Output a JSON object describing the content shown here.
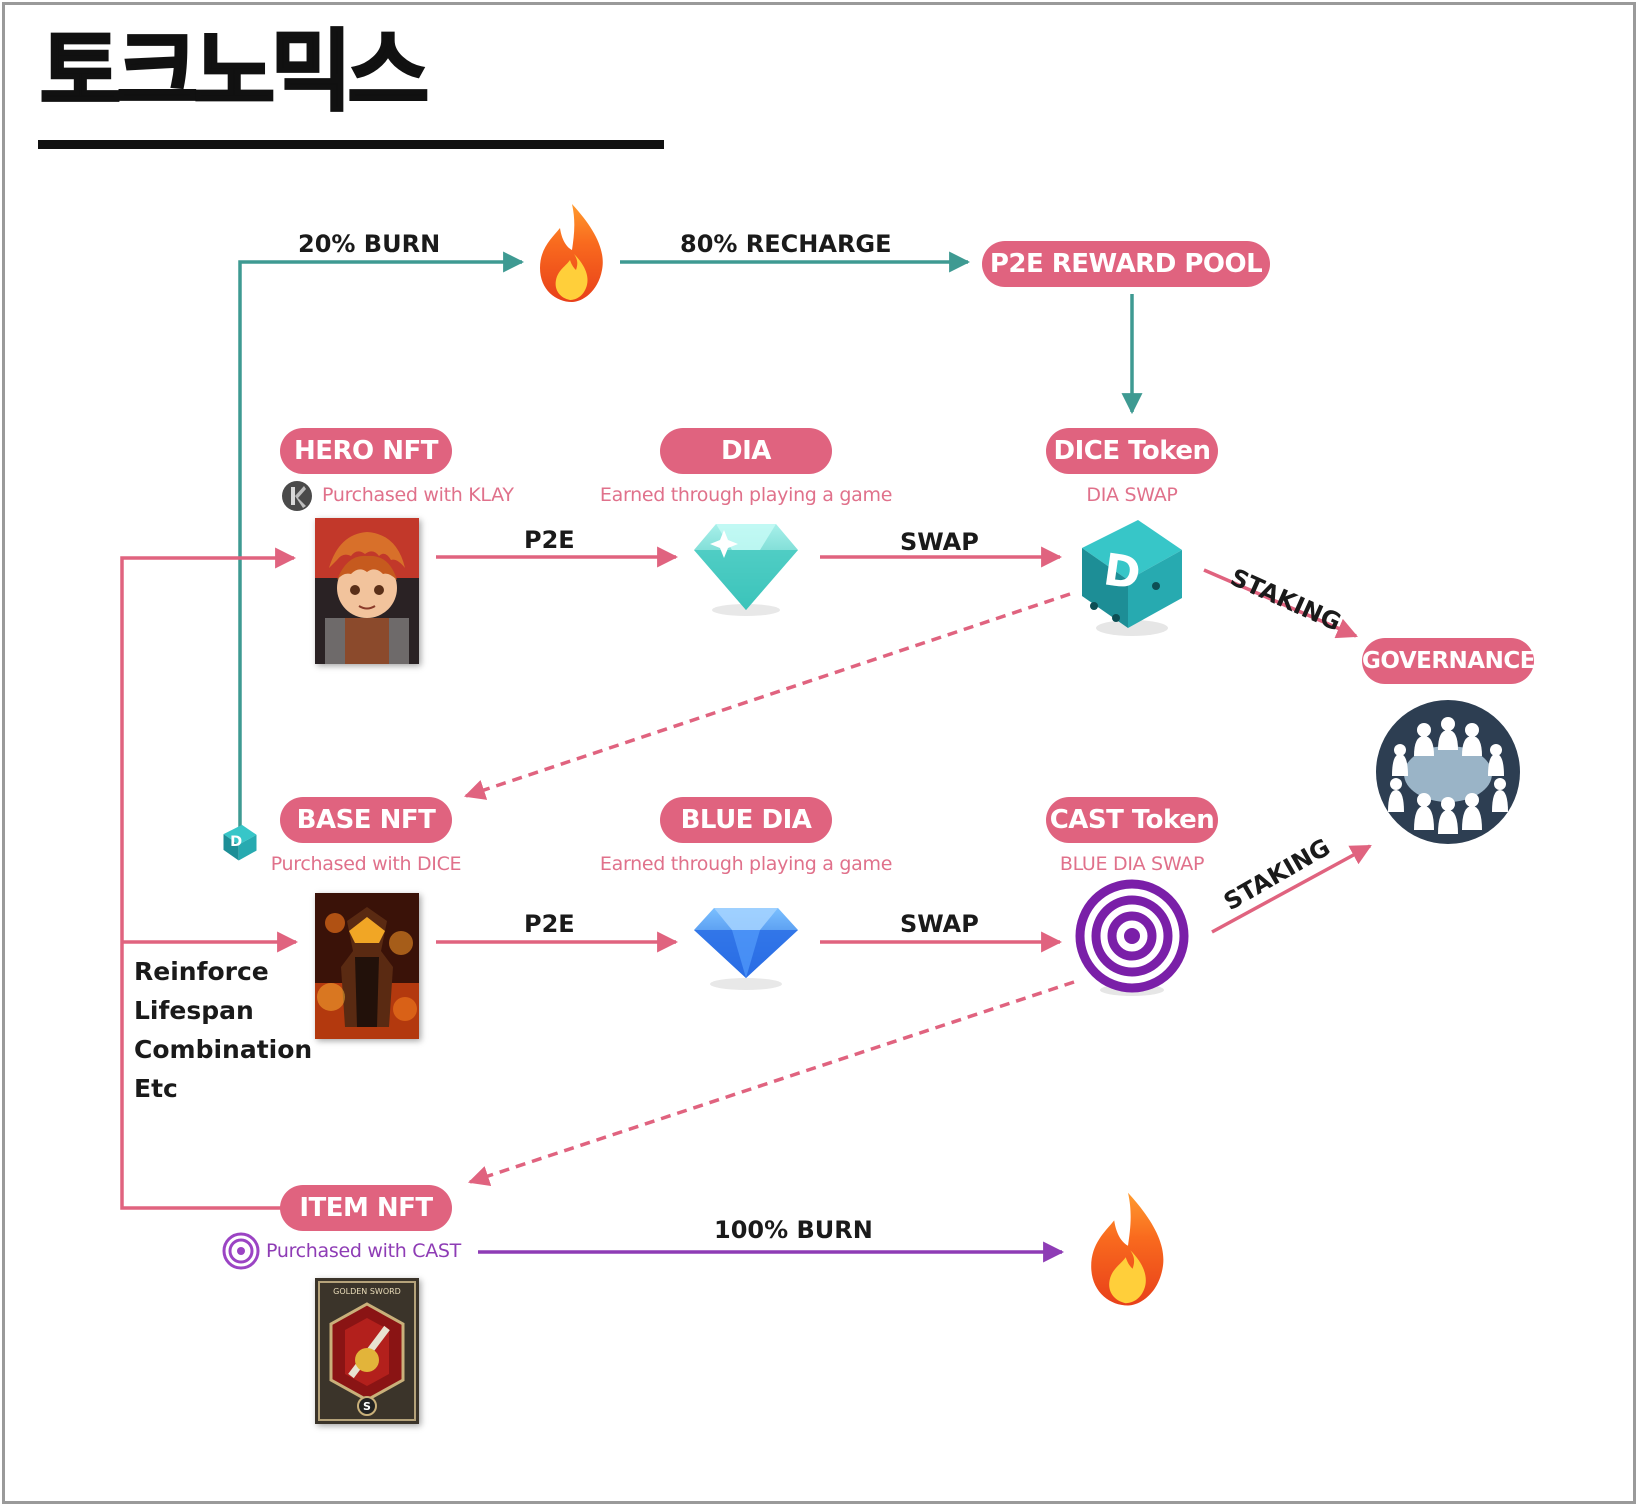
{
  "title": "토크노믹스",
  "colors": {
    "pink": "#e0637f",
    "teal": "#3e9a92",
    "purple": "#8e3cb5",
    "fire_orange": "#f4581f",
    "fire_yellow": "#ffcf3a",
    "cyan_gem": "#4fd6cf",
    "blue_gem": "#2f7bea",
    "governance_navy": "#2d3e52"
  },
  "flows": {
    "burn_20": "20% BURN",
    "recharge_80": "80% RECHARGE",
    "p2e_1": "P2E",
    "swap_1": "SWAP",
    "staking_1": "STAKING",
    "p2e_2": "P2E",
    "swap_2": "SWAP",
    "staking_2": "STAKING",
    "burn_100": "100% BURN"
  },
  "nodes": {
    "p2e_reward_pool": {
      "label": "P2E REWARD POOL"
    },
    "hero_nft": {
      "label": "HERO NFT",
      "sub": "Purchased with KLAY"
    },
    "dia": {
      "label": "DIA",
      "sub": "Earned through playing a game"
    },
    "dice_token": {
      "label": "DICE Token",
      "sub": "DIA SWAP",
      "icon_letter": "D"
    },
    "governance": {
      "label": "GOVERNANCE"
    },
    "base_nft": {
      "label": "BASE NFT",
      "sub": "Purchased with DICE"
    },
    "blue_dia": {
      "label": "BLUE DIA",
      "sub": "Earned through playing a game"
    },
    "cast_token": {
      "label": "CAST Token",
      "sub": "BLUE DIA SWAP"
    },
    "item_nft": {
      "label": "ITEM NFT",
      "sub": "Purchased with CAST",
      "card_caption": "GOLDEN SWORD",
      "card_grade": "S"
    }
  },
  "uses": [
    "Reinforce",
    "Lifespan",
    "Combination",
    "Etc"
  ],
  "icons": {
    "burn_fire_top": "fire-icon",
    "burn_fire_bottom": "fire-icon",
    "dia": "cyan-diamond-icon",
    "blue_dia": "blue-diamond-icon",
    "dice": "dice-icon",
    "cast": "target-icon",
    "governance": "people-around-table-icon",
    "klay": "klay-coin-icon"
  }
}
